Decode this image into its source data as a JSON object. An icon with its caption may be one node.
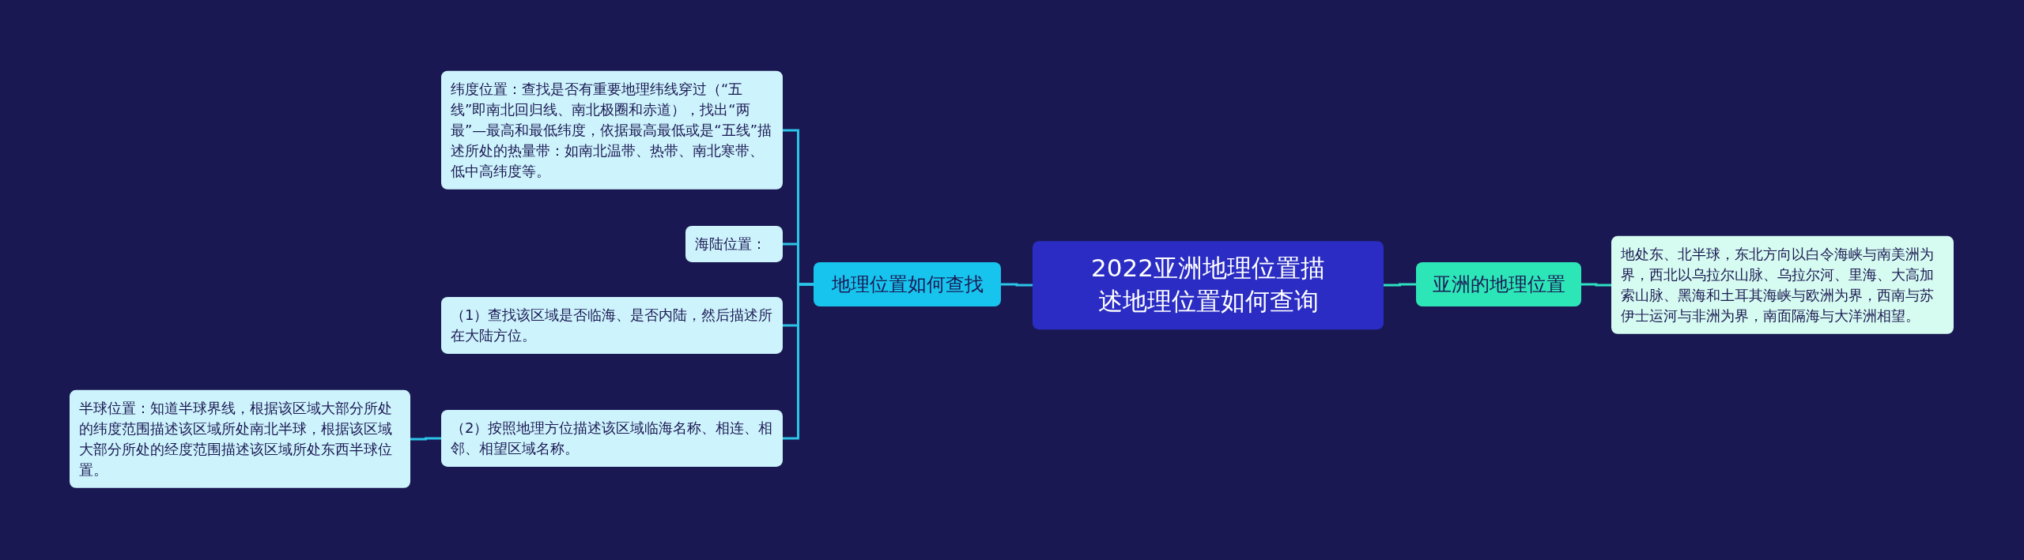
{
  "diagram": {
    "nodes": [
      {
        "text": [
          "2022亚洲地理位置描述地理位置如何查询"
        ]
      },
      {
        "text": [
          "地理位置如何查找"
        ]
      },
      {
        "text": [
          "纬度位置：查找是否有重要地理纬线穿过（“五线”即南北回归线、南北极圈和赤道），找出“两最”—最高和最低纬度，依据最高最低或是“五线”描述所处的热量带：如南北温带、热带、南北寒带、低中高纬度等。"
        ]
      },
      {
        "text": [
          "海陆位置："
        ]
      },
      {
        "text": [
          "（1）查找该区域是否临海、是否内陆，然后描述所在大陆方位。"
        ]
      },
      {
        "text": [
          "（2）按照地理方位描述该区域临海名称、相连、相邻、相望区域名称。"
        ]
      },
      {
        "text": [
          "半球位置：知道半球界线，根据该区域大部分所处的纬度范围描述该区域所处南北半球，根据该区域大部分所处的经度范围描述该区域所处东西半球位置。"
        ]
      },
      {
        "text": [
          "亚洲的地理位置"
        ]
      },
      {
        "text": [
          "地处东、北半球，东北方向以白令海峡与南美洲为界，西北以乌拉尔山脉、乌拉尔河、里海、大高加索山脉、黑海和土耳其海峡与欧洲为界，西南与苏伊士运河与非洲为界，南面隔海与大洋洲相望。"
        ]
      }
    ],
    "edges": [
      {
        "from": 0,
        "to": 1,
        "arrow": "none"
      },
      {
        "from": 1,
        "to": 2,
        "arrow": "none"
      },
      {
        "from": 1,
        "to": 3,
        "arrow": "none"
      },
      {
        "from": 1,
        "to": 4,
        "arrow": "none"
      },
      {
        "from": 1,
        "to": 5,
        "arrow": "none"
      },
      {
        "from": 5,
        "to": 6,
        "arrow": "none"
      },
      {
        "from": 0,
        "to": 7,
        "arrow": "none",
        "color": "#2de0c0"
      },
      {
        "from": 7,
        "to": 8,
        "arrow": "none",
        "color": "#2de0c0"
      }
    ]
  }
}
